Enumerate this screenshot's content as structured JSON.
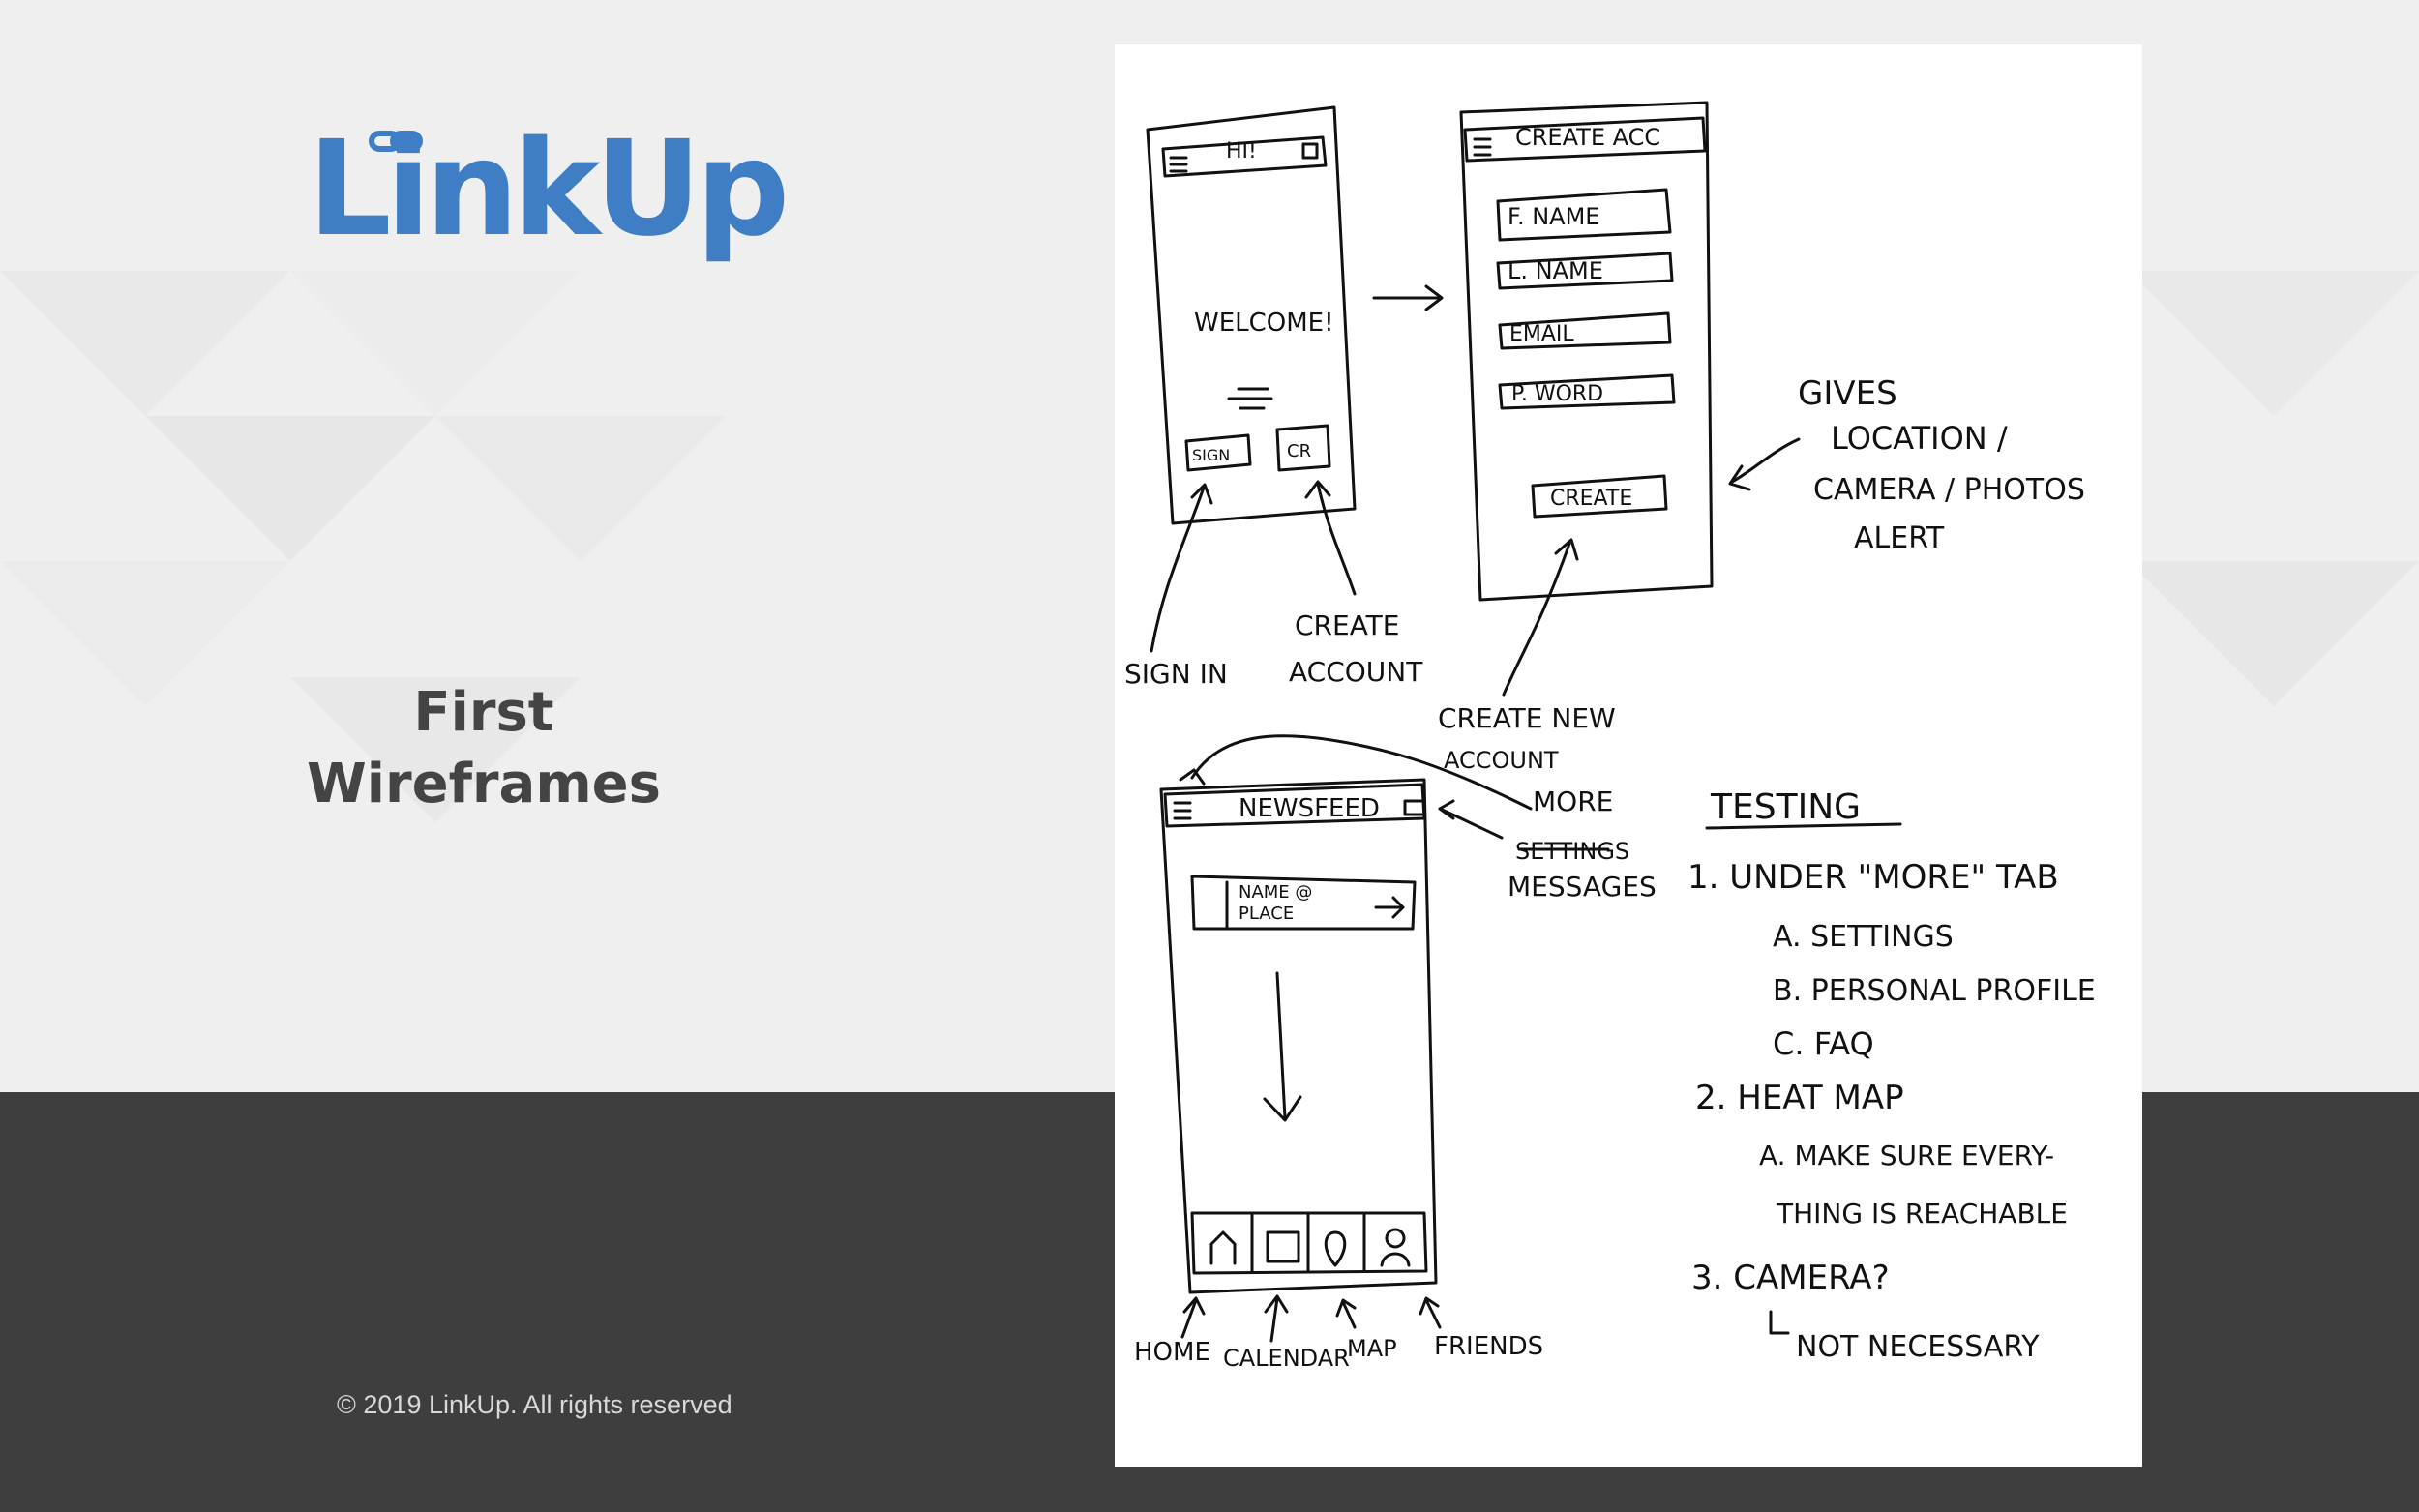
{
  "header": {
    "brand": "LinkUp"
  },
  "slide": {
    "title_line1": "First",
    "title_line2": "Wireframes"
  },
  "footer": {
    "copyright": "© 2019 LinkUp. All rights reserved"
  },
  "colors": {
    "brand": "#3f7ec4",
    "dark_band": "#3e3e3e",
    "background": "#eeeeef"
  },
  "sketch": {
    "screen1": {
      "header": "HI!",
      "welcome": "WELCOME!",
      "btn_sign": "SIGN",
      "btn_create": "CR"
    },
    "labels1": {
      "sign_in": "SIGN IN",
      "create": "CREATE",
      "account": "ACCOUNT"
    },
    "screen2": {
      "header": "CREATE ACC",
      "fields": [
        "F. NAME",
        "L. NAME",
        "EMAIL",
        "P. WORD"
      ],
      "create_btn": "CREATE"
    },
    "gives": [
      "GIVES",
      "LOCATION /",
      "CAMERA / PHOTOS",
      "ALERT"
    ],
    "create_new": [
      "CREATE NEW",
      "ACCOUNT"
    ],
    "screen3": {
      "header": "NEWSFEED",
      "card": [
        "NAME @",
        "PLACE"
      ]
    },
    "labels3": {
      "more": "MORE",
      "settings": "SETTINGS",
      "messages": "MESSAGES"
    },
    "nav_labels": [
      "HOME",
      "CALENDAR",
      "MAP",
      "FRIENDS"
    ],
    "testing": {
      "title": "TESTING",
      "lines": [
        "1. UNDER \"MORE\" TAB",
        "A. SETTINGS",
        "B. PERSONAL PROFILE",
        "C. FAQ",
        "2. HEAT MAP",
        "A. MAKE SURE EVERY-",
        "THING IS REACHABLE",
        "3. CAMERA?",
        "NOT NECESSARY"
      ]
    }
  }
}
